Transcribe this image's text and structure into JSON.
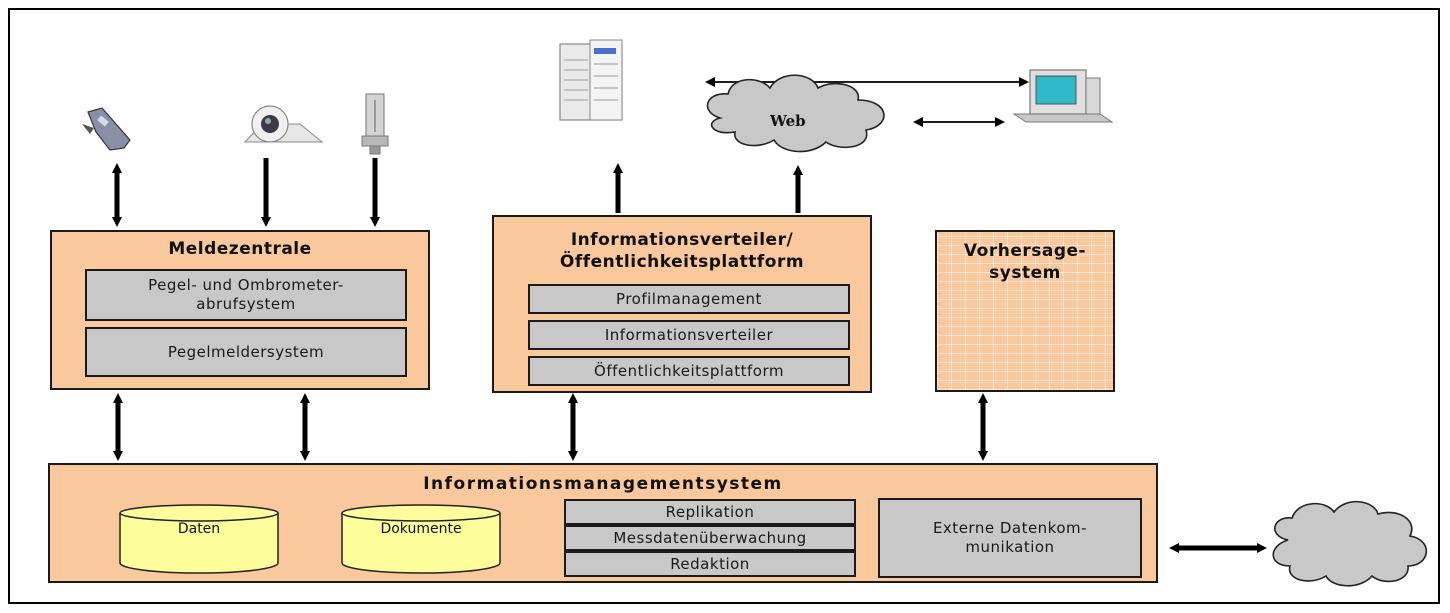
{
  "meldezentrale": {
    "title": "Meldezentrale",
    "items": [
      "Pegel- und Ombrometer-\nabrufsystem",
      "Pegelmeldersystem"
    ]
  },
  "informationsverteiler": {
    "title": "Informationsverteiler/\nÖffentlichkeitsplattform",
    "items": [
      "Profilmanagement",
      "Informationsverteiler",
      "Öffentlichkeitsplattform"
    ]
  },
  "vorhersage": {
    "title": "Vorhersage-\nsystem"
  },
  "ims": {
    "title": "Informationsmanagementsystem",
    "databases": [
      "Daten",
      "Dokumente"
    ],
    "services": [
      "Replikation",
      "Messdatenüberwachung",
      "Redaktion"
    ],
    "external": "Externe Datenkom-\nmunikation"
  },
  "web_label": "Web",
  "icons": [
    "phone-icon",
    "webcam-icon",
    "gauge-sensor-icon",
    "server-icon",
    "web-cloud-icon",
    "computer-icon",
    "external-cloud-icon"
  ],
  "colors": {
    "box_fill": "#f9c89c",
    "sub_fill": "#c8c8c8",
    "db_fill": "#fdfd9c",
    "cloud_fill": "#c8c8c8"
  }
}
